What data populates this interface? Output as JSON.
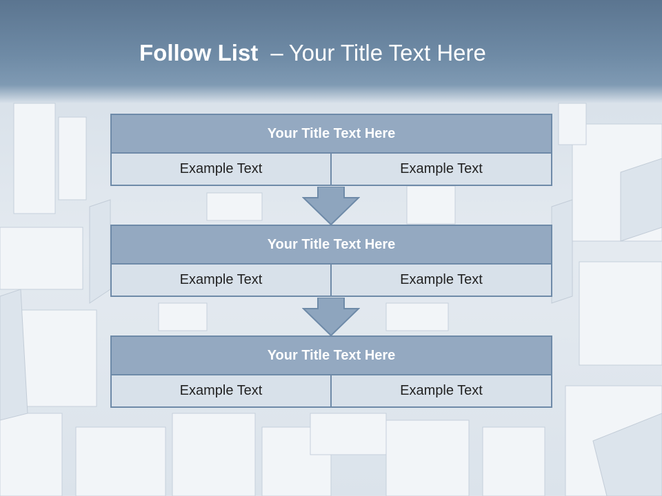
{
  "slide": {
    "title_strong": "Follow List",
    "title_dash": "–",
    "title_rest": "Your Title Text Here"
  },
  "blocks": [
    {
      "title": "Your Title Text Here",
      "left": "Example Text",
      "right": "Example Text"
    },
    {
      "title": "Your Title Text Here",
      "left": "Example Text",
      "right": "Example Text"
    },
    {
      "title": "Your Title Text Here",
      "left": "Example Text",
      "right": "Example Text"
    }
  ],
  "colors": {
    "header": "#6f8ba6",
    "block_title_fill": "#94a9c1",
    "cell_fill": "#d8e1ea",
    "border": "#6e8aa8",
    "arrow_fill": "#8ea5be"
  },
  "icons": {
    "connector": "down-arrow-icon"
  }
}
